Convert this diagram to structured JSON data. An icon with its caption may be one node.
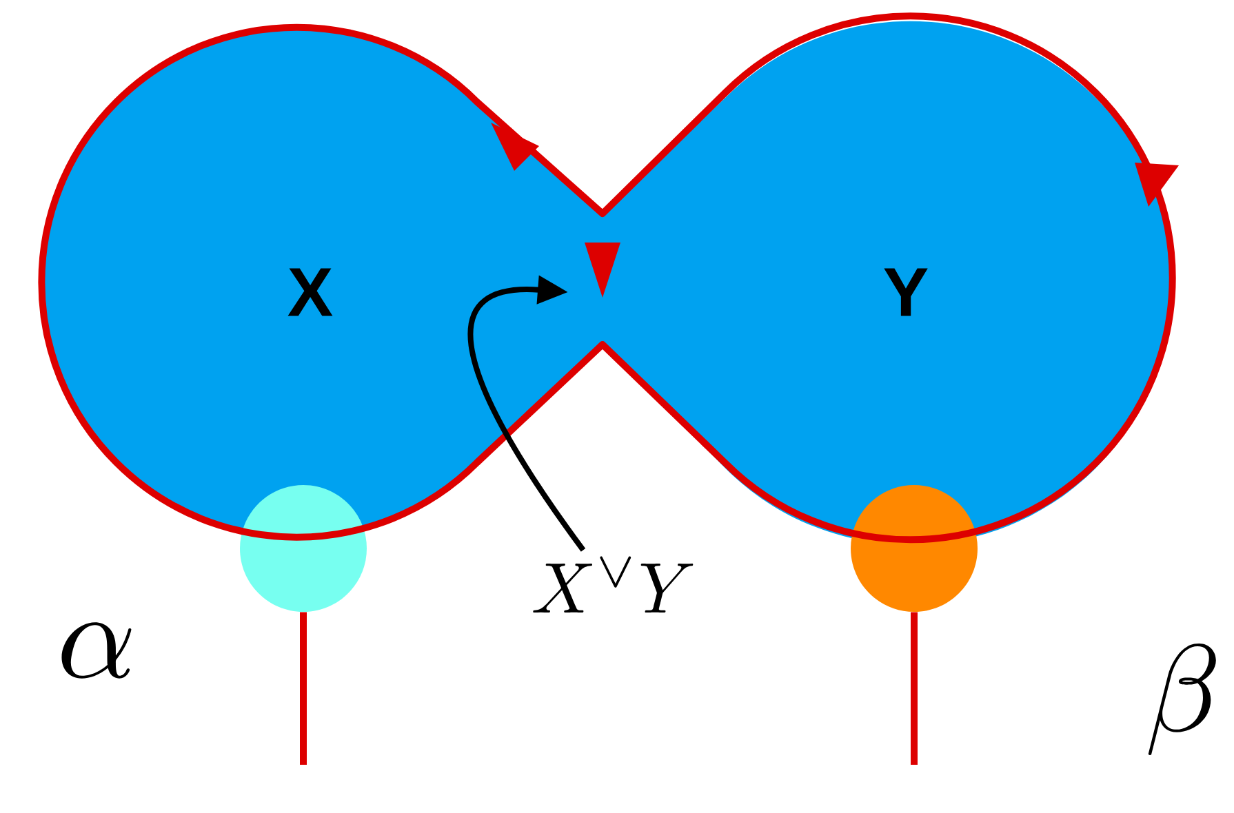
{
  "diagram": {
    "nodes": [
      {
        "text": [
          "X"
        ]
      },
      {
        "text": [
          "Y"
        ]
      },
      {
        "text": [],
        "shape": "circle"
      },
      {
        "text": [],
        "shape": "circle"
      },
      {
        "text": [
          "X^{\\vee}Y"
        ]
      }
    ],
    "edges": [
      {
        "from": 2,
        "to": null,
        "arrow": "none"
      },
      {
        "from": 3,
        "to": null,
        "arrow": "none"
      },
      {
        "from": 4,
        "to": 0,
        "arrow": "to",
        "color": "#000000"
      }
    ],
    "labels": [
      "\\alpha",
      "\\beta"
    ]
  }
}
